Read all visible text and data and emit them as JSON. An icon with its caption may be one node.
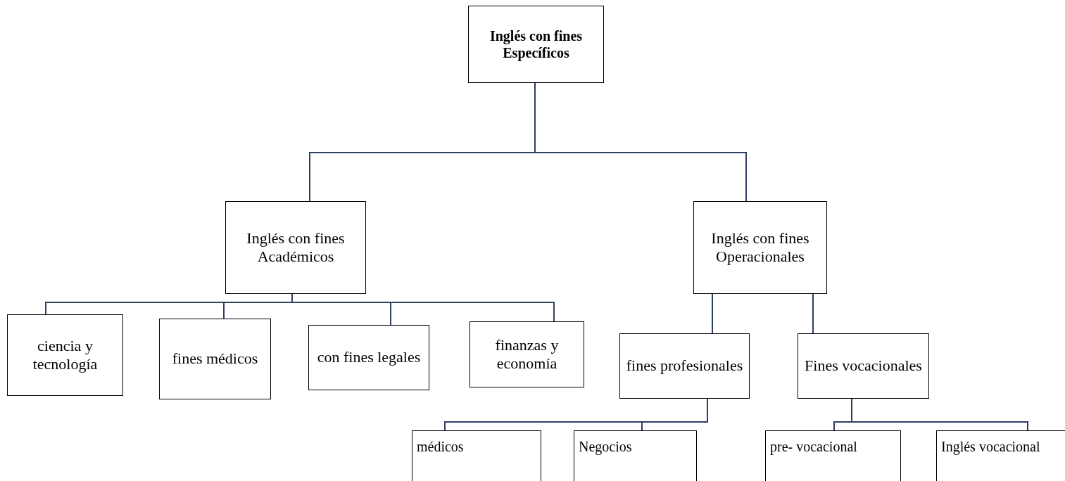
{
  "diagram": {
    "nodes": [
      {
        "text": [
          "Inglés con fines Específicos"
        ]
      },
      {
        "text": [
          "Inglés con fines Académicos"
        ]
      },
      {
        "text": [
          "Inglés con fines Operacionales"
        ]
      },
      {
        "text": [
          "ciencia y tecnología"
        ]
      },
      {
        "text": [
          "fines médicos"
        ]
      },
      {
        "text": [
          "con fines legales"
        ]
      },
      {
        "text": [
          "finanzas y economía"
        ]
      },
      {
        "text": [
          "fines profesionales"
        ]
      },
      {
        "text": [
          "Fines vocacionales"
        ]
      },
      {
        "text": [
          "médicos"
        ]
      },
      {
        "text": [
          "Negocios"
        ]
      },
      {
        "text": [
          "pre- vocacional"
        ]
      },
      {
        "text": [
          "Inglés vocacional"
        ]
      }
    ],
    "edges": [
      {
        "from": 0,
        "to": 1,
        "arrow": "none"
      },
      {
        "from": 0,
        "to": 2,
        "arrow": "none"
      },
      {
        "from": 1,
        "to": 3,
        "arrow": "none"
      },
      {
        "from": 1,
        "to": 4,
        "arrow": "none"
      },
      {
        "from": 1,
        "to": 5,
        "arrow": "none"
      },
      {
        "from": 1,
        "to": 6,
        "arrow": "none"
      },
      {
        "from": 2,
        "to": 7,
        "arrow": "none"
      },
      {
        "from": 2,
        "to": 8,
        "arrow": "none"
      },
      {
        "from": 7,
        "to": 9,
        "arrow": "none"
      },
      {
        "from": 7,
        "to": 10,
        "arrow": "none"
      },
      {
        "from": 8,
        "to": 11,
        "arrow": "none"
      },
      {
        "from": 8,
        "to": 12,
        "arrow": "none"
      }
    ]
  }
}
